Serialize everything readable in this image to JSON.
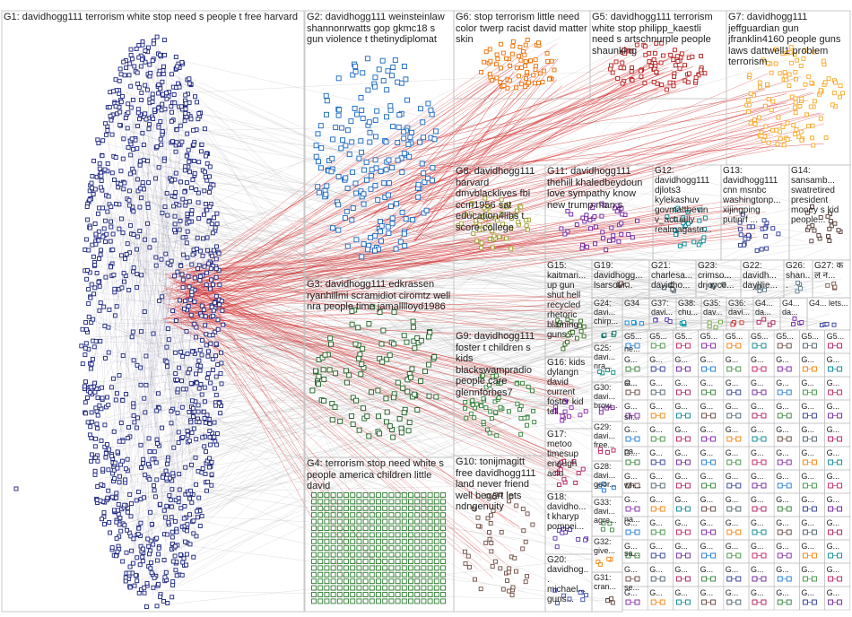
{
  "graph": {
    "type": "network",
    "colors": {
      "background": "#ffffff",
      "box_border": "#bdbdbd",
      "edge_red": "#d01515",
      "edge_gray": "#9a9a9a"
    },
    "groups": [
      {
        "id": "G1",
        "label": "G1: davidhogg111 terrorism white stop need s people t free harvard",
        "color": "#1a237e"
      },
      {
        "id": "G2",
        "label": "G2: davidhogg111 weinsteinlaw shannonrwatts gop gkmc18 s gun violence t thetinydiplomat",
        "color": "#1565c0"
      },
      {
        "id": "G6",
        "label": "G6: stop terrorism little need color twerp racist david matter skin",
        "color": "#ef6c00"
      },
      {
        "id": "G5",
        "label": "G5: davidhogg111 terrorism white stop philipp_kaestli need s artschnurple people shaunking",
        "color": "#b71c1c"
      },
      {
        "id": "G7",
        "label": "G7: davidhogg111 jeffguardian gun jfranklin4160 people guns laws dattwell1 problem terrorism",
        "color": "#f9a825"
      },
      {
        "id": "G8",
        "label": "G8: davidhogg111 harvard dmvblacklives fbi ccm1956 sat education4libs t score college",
        "color": "#9e9d24"
      },
      {
        "id": "G11",
        "label": "G11: davidhogg111 thehill khaledbeydoun love sympathy know new trump man s",
        "color": "#6a1b9a"
      },
      {
        "id": "G12",
        "label": "G12: davidhogg111 djlots3 kylekashuv govmattbevin v_actually realmagaste...",
        "color": "#00838f"
      },
      {
        "id": "G13",
        "label": "G13: davidhogg111 cnn msnbc washingtonp... xijingping putinrf ...",
        "color": "#283593"
      },
      {
        "id": "G14",
        "label": "G14: sansamb... swatretired president money s kid people...",
        "color": "#4e342e"
      },
      {
        "id": "G3",
        "label": "G3: davidhogg111 edkrassen ryanhillmi scramidiot ciromtz well nra people time jamalllloyd1986",
        "color": "#1b5e20"
      },
      {
        "id": "G15",
        "label": "G15: kaitmari... up gun shut hell recycled rhetoric blaming guns...",
        "color": "#33691e"
      },
      {
        "id": "G19",
        "label": "G19: davidhogg... lsarsour...",
        "color": "#5d4037"
      },
      {
        "id": "G21",
        "label": "G21: charlesa... davidho...",
        "color": "#37474f"
      },
      {
        "id": "G23",
        "label": "G23: crimso... drjoyce...",
        "color": "#455a64"
      },
      {
        "id": "G22",
        "label": "G22: davidh... daylilie...",
        "color": "#546e7a"
      },
      {
        "id": "G26",
        "label": "G26: shan... davi...",
        "color": "#607d8b"
      },
      {
        "id": "G27",
        "label": "G27: क ल न...",
        "color": "#795548"
      },
      {
        "id": "G9",
        "label": "G9: davidhogg111 foster t children s kids blackswampradio people care glennforbes7",
        "color": "#2e7d32"
      },
      {
        "id": "G16",
        "label": "G16: kids dylangn david current foster kid tell...",
        "color": "#8e24aa"
      },
      {
        "id": "G17",
        "label": "G17: metoo timesup enough aclu",
        "color": "#ad1457"
      },
      {
        "id": "G4",
        "label": "G4: terrorism stop need white s people america children little david",
        "color": "#2e7d32"
      },
      {
        "id": "G10",
        "label": "G10: tonijmagitt free davidhogg111 land never friend well begart lets ndngenuity",
        "color": "#6d4c41"
      },
      {
        "id": "G18",
        "label": "G18: davidho... t kharyp pompei...",
        "color": "#5e35b1"
      },
      {
        "id": "G20",
        "label": "G20: davidhog... michael... guns...",
        "color": "#3949ab"
      },
      {
        "id": "G24",
        "label": "G24: davi... chirp...",
        "color": "#00695c"
      },
      {
        "id": "G25",
        "label": "G25: davi... nra...",
        "color": "#00897b"
      },
      {
        "id": "G30",
        "label": "G30: davi... brow...",
        "color": "#7b1fa2"
      },
      {
        "id": "G29",
        "label": "G29: davi... free...",
        "color": "#c2185b"
      },
      {
        "id": "G28",
        "label": "G28: davi... geor...",
        "color": "#1976d2"
      },
      {
        "id": "G33",
        "label": "G33: davi... agre...",
        "color": "#388e3c"
      },
      {
        "id": "G32",
        "label": "G32: give...",
        "color": "#f57c00"
      },
      {
        "id": "G31",
        "label": "G31: cran...",
        "color": "#5d4037"
      },
      {
        "id": "G34",
        "label": "G34",
        "color": "#0288d1"
      },
      {
        "id": "G37",
        "label": "G37: davi...",
        "color": "#512da8"
      },
      {
        "id": "G38",
        "label": "G38: chu...",
        "color": "#0097a7"
      },
      {
        "id": "G35",
        "label": "G35: dav...",
        "color": "#689f38"
      },
      {
        "id": "G36",
        "label": "G36: davi...",
        "color": "#c62828"
      },
      {
        "id": "G4x",
        "label": "G4... da...",
        "color": "#ad1457"
      },
      {
        "id": "G4y",
        "label": "G4... da...",
        "color": "#6a1b9a"
      },
      {
        "id": "G4z",
        "label": "G4... lets...",
        "color": "#283593"
      }
    ],
    "misc_labels": {
      "g5_row": "G5...",
      "g_cell": "G...",
      "tiny_text": [
        "ne...",
        "st...",
        "sh...",
        "pa...",
        "wh...",
        "na...",
        "sa...",
        "se..."
      ]
    }
  }
}
